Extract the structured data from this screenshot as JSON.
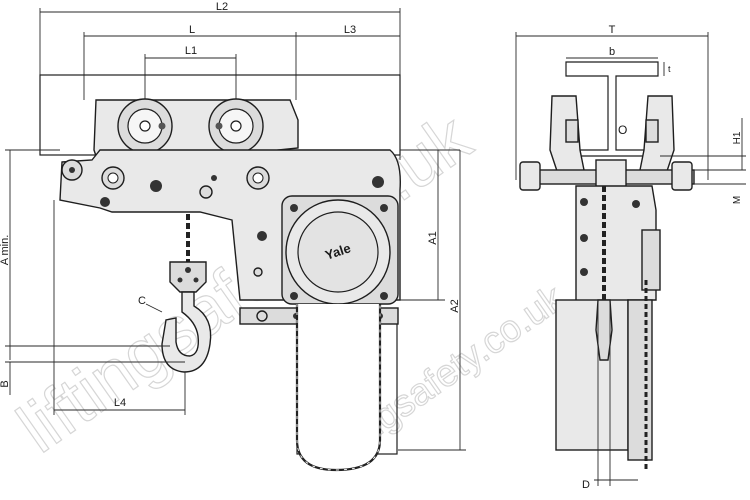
{
  "dimensions": {
    "L2": "L2",
    "L": "L",
    "L3": "L3",
    "L1": "L1",
    "A_min": "A min.",
    "A1": "A1",
    "A2": "A2",
    "B": "B",
    "C": "C",
    "L4": "L4",
    "T": "T",
    "b": "b",
    "t": "t",
    "O": "O",
    "H1": "H1",
    "M": "M",
    "D": "D"
  },
  "brand": "Yale",
  "watermark": "liftingsafety.co.uk",
  "colors": {
    "line": "#1e1e1e",
    "fill": "#e9e9e9",
    "watermark": "#d6d6d6"
  }
}
